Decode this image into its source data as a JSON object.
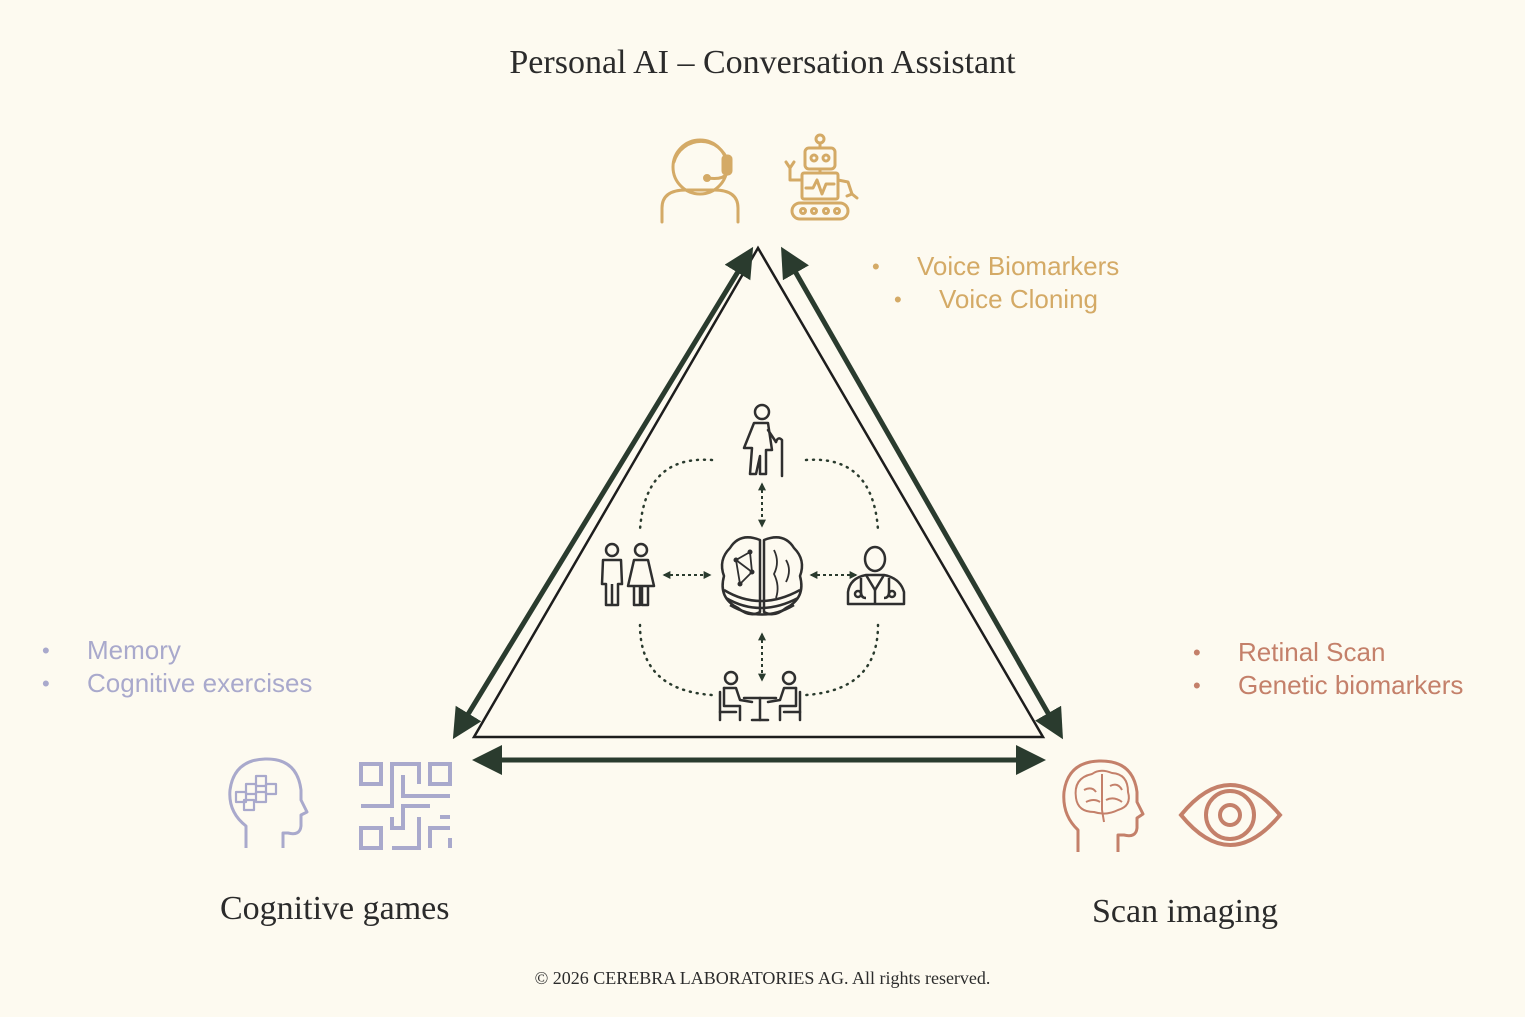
{
  "title": "Personal AI – Conversation Assistant",
  "voice_features": [
    "Voice Biomarkers",
    "Voice Cloning"
  ],
  "cognitive_features": [
    "Memory",
    "Cognitive exercises"
  ],
  "scan_features": [
    "Retinal Scan",
    "Genetic biomarkers"
  ],
  "labels": {
    "cognitive_games": "Cognitive games",
    "scan_imaging": "Scan imaging"
  },
  "footer": "© 2026 CEREBRA LABORATORIES AG. All rights reserved.",
  "colors": {
    "background": "#fdfaf0",
    "voice": "#d4aa66",
    "cognitive": "#a9a9cc",
    "scan": "#c4806a",
    "arrows": "#2a3b2e",
    "text": "#2b2b2b"
  },
  "icons": {
    "top": [
      "headset-agent-icon",
      "robot-icon"
    ],
    "left": [
      "brain-puzzle-head-icon",
      "maze-icon"
    ],
    "right": [
      "brain-head-icon",
      "eye-icon"
    ],
    "center": [
      "elderly-person-icon",
      "couple-icon",
      "brain-network-icon",
      "doctor-icon",
      "meeting-table-icon"
    ]
  }
}
